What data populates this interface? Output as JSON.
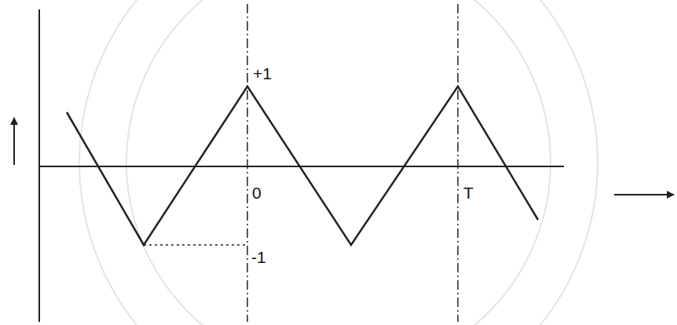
{
  "diagram": {
    "labels": [
      "+1",
      "0",
      "-1",
      "T"
    ]
  }
}
